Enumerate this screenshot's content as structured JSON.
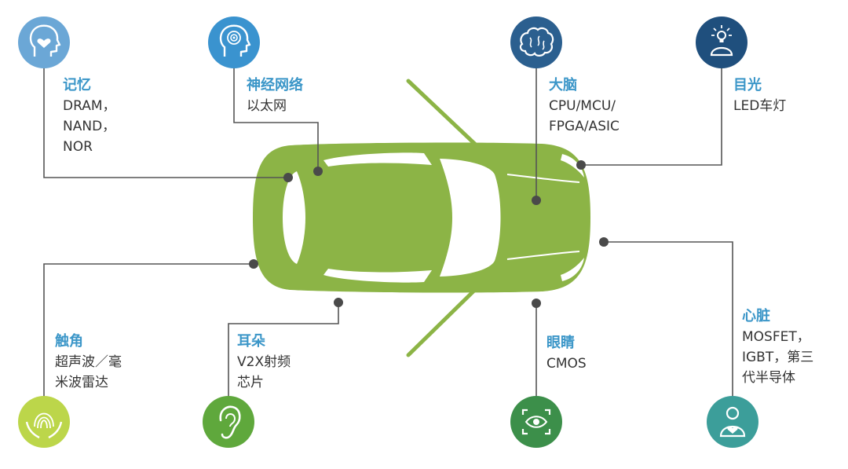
{
  "colors": {
    "car": "#8cb446",
    "glass": "#ffffff",
    "line": "#555555",
    "dot": "#4a4a4a",
    "title": "#3b96c8",
    "text": "#333333"
  },
  "items": [
    {
      "id": "memory",
      "title": "记忆",
      "lines": [
        "DRAM，",
        "NAND，",
        "NOR"
      ],
      "icon": "head-heart-icon",
      "icon_color": "#6ba7d6"
    },
    {
      "id": "neural",
      "title": "神经网络",
      "lines": [
        "以太网"
      ],
      "icon": "head-network-icon",
      "icon_color": "#3a93cf"
    },
    {
      "id": "brain",
      "title": "大脑",
      "lines": [
        "CPU/MCU/",
        "FPGA/ASIC"
      ],
      "icon": "brain-icon",
      "icon_color": "#2b5f8f"
    },
    {
      "id": "eyes_led",
      "title": "目光",
      "lines": [
        "LED车灯"
      ],
      "icon": "lightbulb-person-icon",
      "icon_color": "#1f4f7d"
    },
    {
      "id": "touch",
      "title": "触角",
      "lines": [
        "超声波／毫",
        "米波雷达"
      ],
      "icon": "touch-hands-icon",
      "icon_color": "#bcd64a"
    },
    {
      "id": "ear",
      "title": "耳朵",
      "lines": [
        "V2X射频",
        "芯片"
      ],
      "icon": "ear-icon",
      "icon_color": "#5fa83c"
    },
    {
      "id": "eyes",
      "title": "眼睛",
      "lines": [
        "CMOS"
      ],
      "icon": "eye-icon",
      "icon_color": "#3c8f4a"
    },
    {
      "id": "heart",
      "title": "心脏",
      "lines": [
        "MOSFET，",
        "IGBT，第三",
        "代半导体"
      ],
      "icon": "person-heart-icon",
      "icon_color": "#3c9e9a"
    }
  ]
}
